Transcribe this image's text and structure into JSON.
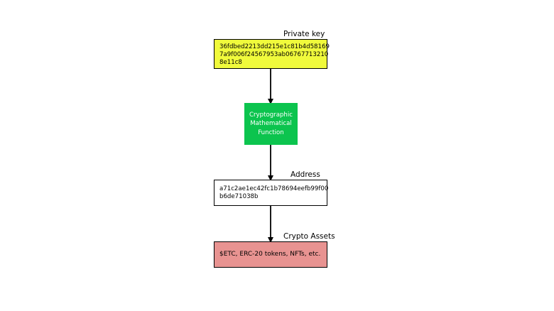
{
  "colors": {
    "private_key_fill": "#f0fa3c",
    "function_fill": "#0cc44e",
    "address_fill": "#ffffff",
    "assets_fill": "#e89391",
    "arrow": "#000000"
  },
  "private_key": {
    "label": "Private key",
    "lines": [
      "36fdbed2213dd215e1c81b4d58169",
      "7a9f006f24567953ab06767713210",
      "8e11c8"
    ]
  },
  "function_box": {
    "lines": [
      "Cryptographic",
      "Mathematical",
      "Function"
    ]
  },
  "address": {
    "label": "Address",
    "lines": [
      "a71c2ae1ec42fc1b78694eefb99f00",
      "b6de71038b"
    ]
  },
  "assets": {
    "label": "Crypto Assets",
    "text": "$ETC, ERC-20 tokens, NFTs, etc."
  }
}
